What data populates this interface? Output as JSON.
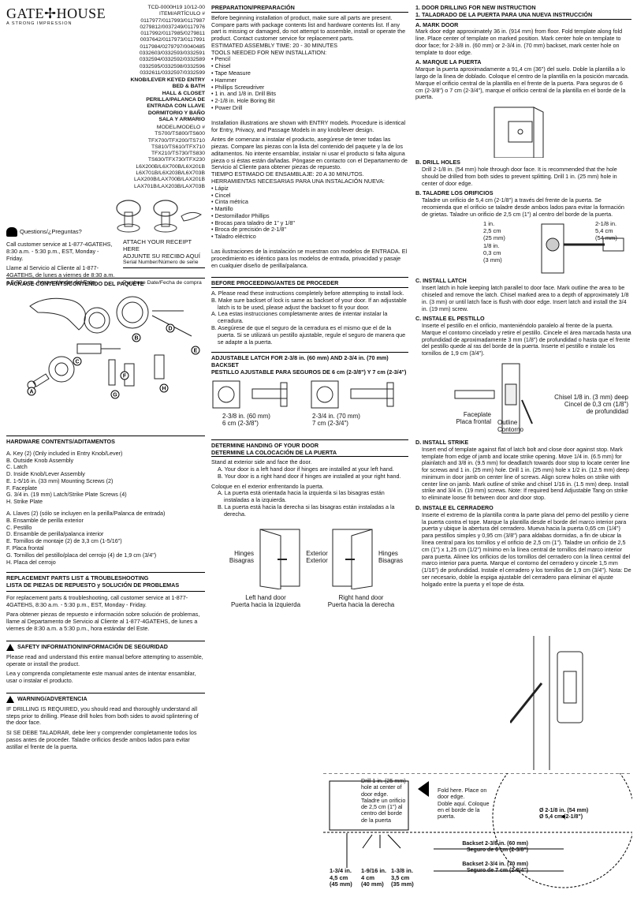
{
  "brand": {
    "name": "GATE✢HOUSE",
    "tagline": "A STRONG IMPRESSION"
  },
  "header": {
    "code": "TCD-0000H19 10/12-00",
    "item": "ITEM/ARTÍCULO #",
    "items": [
      "0117977/0117993/0117987",
      "0279812/0037249/0117976",
      "0117992/0117985/0279811",
      "0037642/0117973/0117991",
      "0117984/0279797/0040485",
      "0332603/0332593/0332591",
      "0332594/0332592/0332589",
      "0332595/0332598/0332596",
      "0332611/0332597/0332599"
    ],
    "types": [
      "KNOB/LEVER KEYED ENTRY",
      "BED & BATH",
      "HALL & CLOSET",
      "PERILLA/PALANCA DE ENTRADA CON LLAVE",
      "DORMITORIO Y BAÑO",
      "SALA Y ARMARIO"
    ],
    "model": "MODEL/MODELO #",
    "models": [
      "TS700/TS800/TS600",
      "TFX700/TFX200/TS710",
      "TS810/TS610/TFX710",
      "TFX210/TS730/TS830",
      "TS630/TFX730/TFX230",
      "L6X200B/L6X700B/L6X201B",
      "L6X701B/L6X203B/L6X703B",
      "LAX200B/LAX700B/LAX201B",
      "LAX701B/LAX203B/LAX703B"
    ]
  },
  "questions": {
    "label": "Questions/¿Preguntas?",
    "en": "Call customer service at 1-877-4GATEHS, 8:30 a.m. - 5:30 p.m., EST, Monday - Friday.",
    "es": "Llame al Servicio al Cliente al 1-877-4GATEHS, de lunes a viernes de 8:30 a.m. a 5:30 p.m., hora estándar del Este."
  },
  "receipt": {
    "line1": "ATTACH YOUR RECEIPT HERE",
    "line2": "ADJUNTE SU RECIBO AQUÍ",
    "serial": "Serial Number/Número de serie",
    "purchase": "Purchase Date/Fecha de compra"
  },
  "package": {
    "title": "PACKAGE CONTENTS/CONTENIDO DEL PAQUETE",
    "letters": [
      "A",
      "B",
      "C",
      "D",
      "E",
      "F",
      "G",
      "H"
    ]
  },
  "hardware": {
    "title": "HARDWARE CONTENTS/ADITAMENTOS",
    "en": [
      "A. Key (2) (Only included in Entry Knob/Lever)",
      "B. Outside Knob Assembly",
      "C. Latch",
      "D. Inside Knob/Lever Assembly",
      "E. 1-5/16 in. (33 mm) Mounting Screws (2)",
      "F. Faceplate",
      "G. 3/4 in. (19 mm) Latch/Strike Plate Screws (4)",
      "H. Strike Plate"
    ],
    "es": [
      "A. Llaves (2) (sólo se incluyen en la perilla/Palanca de entrada)",
      "B. Ensamble de perilla exterior",
      "C. Pestillo",
      "D. Ensamble de perilla/palanca interior",
      "E. Tornillos de montaje (2) de 3,3 cm (1-5/16\")",
      "F. Placa frontal",
      "G. Tornillos del pestillo/placa del cerrojo (4) de 1,9 cm (3/4\")",
      "H. Placa del cerrojo"
    ]
  },
  "replacement": {
    "title1": "REPLACEMENT PARTS LIST & TROUBLESHOOTING",
    "title2": "LISTA DE PIEZAS DE REPUESTO y SOLUCIÓN DE PROBLEMAS",
    "en": "For replacement parts & troubleshooting, call customer service at 1-877-4GATEHS, 8:30 a.m. - 5:30 p.m., EST, Monday - Friday.",
    "es": "Para obtener piezas de repuesto e información sobre solución de problemas, llame al Departamento de Servicio al Cliente al 1-877-4GATEHS, de lunes a viernes de 8:30 a.m. a 5:30 p.m., hora estándar del Este."
  },
  "safety": {
    "title": "SAFETY INFORMATION/INFORMACIÓN DE SEGURIDAD",
    "en": "Please read and understand this entire manual before attempting to assemble, operate or install the product.",
    "es": "Lea y comprenda completamente este manual antes de intentar ensamblar, usar o instalar el producto."
  },
  "warning": {
    "title": "WARNING/ADVERTENCIA",
    "en": "IF DRILLING IS REQUIRED, you should read and thoroughly understand all steps prior to drilling. Please drill holes from both sides to avoid splintering of the door face.",
    "es": "SI SE DEBE TALADRAR, debe leer y comprender completamente todos los pasos antes de proceder. Taladre orificios desde ambos lados para evitar astillar el frente de la puerta."
  },
  "prep": {
    "title": "PREPARATION/PREPARACIÓN",
    "en": "Before beginning installation of product, make sure all parts are present. Compare parts with package contents list and hardware contents list. If any part is missing or damaged, do not attempt to assemble, install or operate the product. Contact customer service for replacement parts.",
    "time": "ESTIMATED ASSEMBLY TIME: 20 - 30 MINUTES",
    "tools_title": "TOOLS NEEDED FOR NEW INSTALLATION:",
    "tools": [
      "• Pencil",
      "• Chisel",
      "• Tape Measure",
      "• Hammer",
      "• Phillips Screwdriver",
      "• 1 in. and 1/8 in. Drill Bits",
      "• 2-1/8 in. Hole Boring Bit",
      "• Power Drill"
    ],
    "note_en": "Installation illustrations are shown with ENTRY models. Procedure is identical for Entry, Privacy, and Passage Models in any knob/lever design.",
    "es": "Antes de comenzar a instalar el producto, asegúrese de tener todas las piezas. Compare las piezas con la lista del contenido del paquete y la de los aditamentos. No intente ensamblar, instalar ni usar el producto si falta alguna pieza o si éstas están dañadas. Póngase en contacto con el Departamento de Servicio al Cliente para obtener piezas de repuesto.",
    "time_es": "TIEMPO ESTIMADO DE ENSAMBLAJE: 20 A 30 MINUTOS.",
    "tools_es_title": "HERRAMIENTAS NECESARIAS PARA UNA INSTALACIÓN NUEVA:",
    "tools_es": [
      "• Lápiz",
      "• Cincel",
      "• Cinta métrica",
      "• Martillo",
      "• Destornillador Phillips",
      "• Brocas para taladro de 1\" y 1/8\"",
      "• Broca de precisión de 2-1/8\"",
      "• Taladro eléctrico"
    ],
    "note_es": "Las ilustraciones de la instalación se muestran con modelos de ENTRADA. El procedimiento es idéntico para los modelos de entrada, privacidad y pasaje en cualquier diseño de perilla/palanca."
  },
  "before": {
    "title": "BEFORE PROCEEDING/ANTES DE PROCEDER",
    "en": [
      "A. Please read these instructions completely before attempting to install lock.",
      "B. Make sure backset of lock is same as backset of your door. If an adjustable latch is to be used, please adjust the backset to fit your door."
    ],
    "es": [
      "A. Lea estas instrucciones completamente antes de intentar instalar la cerradura.",
      "B. Asegúrese de que el seguro de la cerradura es el mismo que el de la puerta. Si se utilizará un pestillo ajustable, regule el seguro de manera que se adapte a la puerta."
    ]
  },
  "latch": {
    "title1": "ADJUSTABLE LATCH FOR 2-3/8 in. (60 mm) AND 2-3/4 in. (70 mm) BACKSET",
    "title2": "PESTILLO AJUSTABLE PARA SEGUROS DE 6 cm (2-3/8\") Y 7 cm (2-3/4\")",
    "left": [
      "2-3/8 in. (60 mm)",
      "6 cm (2-3/8\")"
    ],
    "right": [
      "2-3/4 in. (70 mm)",
      "7 cm (2-3/4\")"
    ]
  },
  "handing": {
    "title1": "DETERMINE HANDING OF YOUR DOOR",
    "title2": "DETERMINE LA COLOCACIÓN DE LA PUERTA",
    "en_intro": "Stand at exterior side and face the door.",
    "en": [
      "A. Your door is a left hand door if hinges are installed at your left hand.",
      "B. Your door is a right hand door if hinges are installed at your right hand."
    ],
    "es_intro": "Coloque en el exterior enfrentando la puerta.",
    "es": [
      "A. La puerta está orientada hacia la izquierda si las bisagras están instaladas a la izquierda.",
      "B. La puerta está hacia la derecha si las bisagras están instaladas a la derecha."
    ],
    "hinges": [
      "Hinges",
      "Bisagras"
    ],
    "exterior": [
      "Exterior",
      "Exterior"
    ],
    "left": [
      "Left hand door",
      "Puerta hacia la izquierda"
    ],
    "right": [
      "Right hand door",
      "Puerta hacia la derecha"
    ]
  },
  "drilling": {
    "title1": "1. DOOR DRILLING FOR NEW INSTRUCTION",
    "title2": "1. TALADRADO DE LA PUERTA PARA UNA NUEVA INSTRUCCIÓN",
    "a_title": "A. MARK DOOR",
    "a_en": "Mark door edge approximately 36 in. (914 mm) from floor. Fold template along fold line. Place center of template on marked position. Mark center hole on template to door face; for 2-3/8 in. (60 mm) or 2-3/4 in. (70 mm) backset, mark center hole on template to door edge.",
    "a_es_title": "A. MARQUE LA PUERTA",
    "a_es": "Marque la puerta aproximadamente a 91,4 cm (36\") del suelo. Doble la plantilla a lo largo de la línea de doblado. Coloque el centro de la plantilla en la posición marcada. Marque el orificio central de la plantilla en el frente de la puerta. Para seguros de 6 cm (2-3/8\") o 7 cm (2-3/4\"), marque el orificio central de la plantilla en el borde de la puerta.",
    "b_title": "B. DRILL HOLES",
    "b_en": "Drill 2-1/8 in. (54 mm) hole through door face. It is recommended that the hole should be drilled from both sides to prevent splitting. Drill 1 in. (25 mm) hole in center of door edge.",
    "b_es_title": "B. TALADRE LOS ORIFICIOS",
    "b_es": "Taladre un orificio de 5,4 cm (2-1/8\") a través del frente de la puerta. Se recomienda que el orificio se taladre desde ambos lados para evitar la formación de grietas. Taladre un orificio de 2,5 cm (1\") al centro del borde de la puerta.",
    "b_labels": [
      "1 in.",
      "2,5 cm",
      "(25 mm)",
      "1/8 in.",
      "0,3 cm",
      "(3 mm)",
      "2-1/8 in.",
      "5,4 cm",
      "(54 mm)"
    ],
    "c_title": "C. INSTALL LATCH",
    "c_en": "Insert latch in hole keeping latch parallel to door face. Mark outline the area to be chiseled and remove the latch. Chisel marked area to a depth of approximately 1/8 in. (3 mm) or until latch face is flush with door edge. Insert latch and install the 3/4 in. (19 mm) screw.",
    "c_es_title": "C. INSTALE EL PESTILLO",
    "c_es": "Inserte el pestillo en el orificio, manteniéndolo paralelo al frente de la puerta. Marque el contorno cincelado y retire el pestillo. Cincele el área marcada hasta una profundidad de aproximadamente 3 mm (1/8\") de profundidad o hasta que el frente del pestillo quede al ras del borde de la puerta. Inserte el pestillo e instale los tornillos de 1,9 cm (3/4\").",
    "c_labels": [
      "Chisel 1/8 in. (3 mm) deep",
      "Cincel de 0,3 cm (1/8\")",
      "de profundidad",
      "Faceplate",
      "Placa frontal",
      "Outline",
      "Contorno"
    ],
    "d_title": "D. INSTALL STRIKE",
    "d_en": "Insert end of template against flat of latch bolt and close door against stop. Mark template from edge of jamb and locate strike opening. Move 1/4 in. (6.5 mm) for plainlatch and 3/8 in. (9.5 mm) for deadlatch towards door stop to locate center line for screws and 1 in. (25 mm) hole. Drill 1 in. (25 mm) hole x 1/2 in. (12.5 mm) deep minimum in door jamb on center line of screws. Align screw holes on strike with center line on jamb. Mark outline of strike and chisel 1/16 in. (1.5 mm) deep. Install strike and 3/4 in. (19 mm) screws. Note: If required bend Adjustable Tang on strike to eliminate loose fit between door and door stop.",
    "d_es_title": "D. INSTALE EL CERRADERO",
    "d_es": "Inserte el extremo de la plantilla contra la parte plana del perno del pestillo y cierre la puerta contra el tope. Marque la plantilla desde el borde del marco interior para puerta y ubique la abertura del cerradero. Mueva hacia la puerta 0,65 cm (1/4\") para pestillos simples y 0,95 cm (3/8\") para aldabas dormidas, a fin de ubicar la línea central para los tornillos y el orificio de 2,5 cm (1\"). Taladre un orificio de 2,5 cm (1\") x 1,25 cm (1/2\") mínimo en la línea central de tornillos del marco interior para puerta. Alinee los orificios de los tornillos del cerradero con la línea central del marco interior para puerta. Marque el contorno del cerradero y cincele 1,5 mm (1/16\") de profundidad. Instale el cerradero y los tornillos de 1,9 cm (3/4\"). Nota: De ser necesario, doble la espiga ajustable del cerradero para eliminar el ajuste holgado entre la puerta y el tope de ésta."
  },
  "template": {
    "drill_note": [
      "Drill 1 in. (25 mm)",
      "hole at center of",
      "door edge.",
      "Taladre un orificio",
      "de 2,5 cm (1\") al",
      "centro del borde",
      "de la puerta"
    ],
    "fold_note": [
      "Fold here. Place on",
      "door edge.",
      "Doble aquí. Coloque",
      "en el borde de la",
      "puerta."
    ],
    "dia": [
      "Ø 2-1/8 in. (54 mm)",
      "Ø 5,4 cm (2-1/8\")"
    ],
    "bs60": [
      "Backset 2-3/8 in. (60 mm)",
      "Seguro de 6 cm (2-3/8\")"
    ],
    "bs70": [
      "Backset 2-3/4 in. (70 mm)",
      "Seguro de 7 cm (2-3/4\")"
    ],
    "m1": [
      "1-3/4 in.",
      "4,5 cm",
      "(45 mm)"
    ],
    "m2": [
      "1-9/16 in.",
      "4 cm",
      "(40 mm)"
    ],
    "m3": [
      "1-3/8 in.",
      "3,5 cm",
      "(35 mm)"
    ]
  }
}
